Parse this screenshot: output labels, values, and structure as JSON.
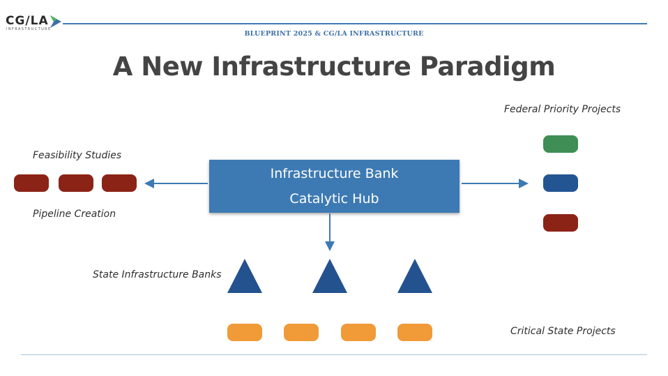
{
  "header": {
    "logo_text": "CG/LA",
    "logo_sub": "INFRASTRUCTURE",
    "caption": "BLUEPRINT 2025 & CG/LA INFRASTRUCTURE"
  },
  "title": "A New Infrastructure Paradigm",
  "hub": {
    "line1": "Infrastructure Bank",
    "line2": "Catalytic Hub"
  },
  "labels": {
    "feasibility": "Feasibility Studies",
    "pipeline": "Pipeline Creation",
    "federal": "Federal Priority Projects",
    "state_banks": "State Infrastructure Banks",
    "critical_state": "Critical State Projects"
  },
  "colors": {
    "hub_blue": "#3d7ab3",
    "dark_red": "#8b2316",
    "green": "#3e8e55",
    "dark_blue": "#235592",
    "orange": "#f09a38",
    "triangle_blue": "#23528f"
  }
}
